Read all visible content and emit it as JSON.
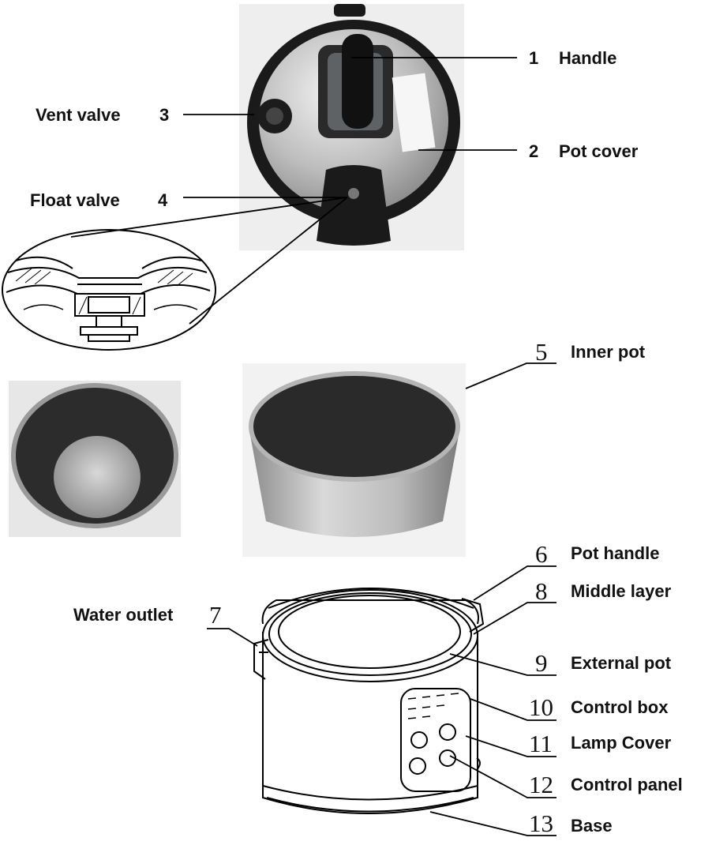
{
  "parts": [
    {
      "no": "1",
      "name": "Handle"
    },
    {
      "no": "2",
      "name": "Pot cover"
    },
    {
      "no": "3",
      "name": "Vent valve"
    },
    {
      "no": "4",
      "name": "Float valve"
    },
    {
      "no": "5",
      "name": "Inner pot"
    },
    {
      "no": "6",
      "name": "Pot handle"
    },
    {
      "no": "7",
      "name": "Water outlet"
    },
    {
      "no": "8",
      "name": "Middle layer"
    },
    {
      "no": "9",
      "name": "External pot"
    },
    {
      "no": "10",
      "name": "Control box"
    },
    {
      "no": "11",
      "name": "Lamp Cover"
    },
    {
      "no": "12",
      "name": "Control panel"
    },
    {
      "no": "13",
      "name": "Base"
    }
  ]
}
